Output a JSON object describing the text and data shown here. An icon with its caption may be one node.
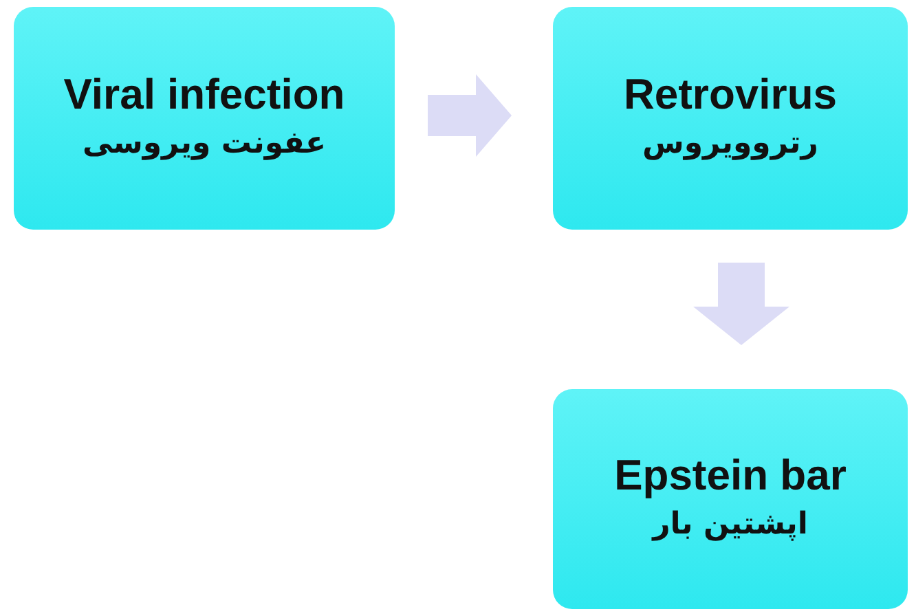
{
  "diagram": {
    "nodes": [
      {
        "text": [
          "Viral infection",
          "عفونت ویروسی"
        ]
      },
      {
        "text": [
          "Retrovirus",
          "رتروویروس"
        ]
      },
      {
        "text": [
          "Epstein bar",
          "اپشتین بار"
        ]
      }
    ],
    "edges": [
      {
        "from": 0,
        "to": 1,
        "arrow": "to"
      },
      {
        "from": 1,
        "to": 2,
        "arrow": "to"
      }
    ]
  }
}
